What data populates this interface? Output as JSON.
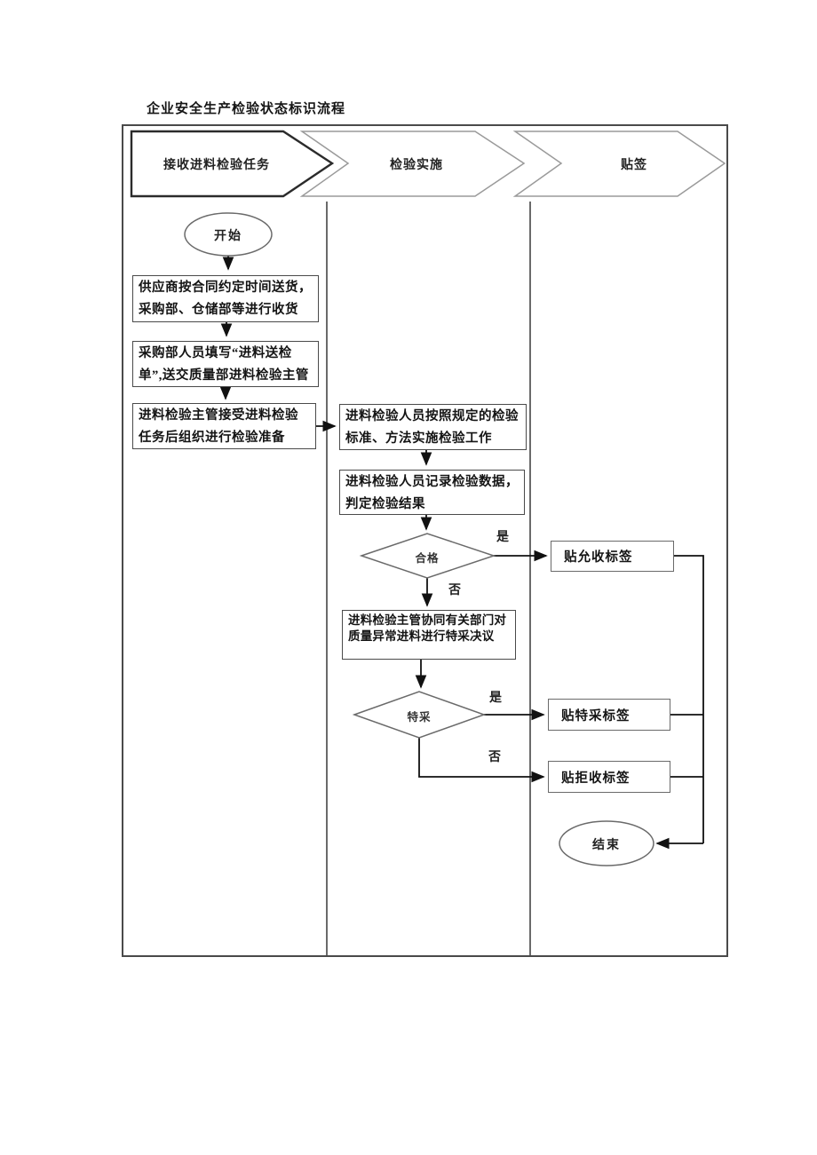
{
  "page": {
    "title": "企业安全生产检验状态标识流程"
  },
  "lanes": [
    {
      "label": "接收进料检验任务"
    },
    {
      "label": "检验实施"
    },
    {
      "label": "贴签"
    }
  ],
  "flow": {
    "start_label": "开始",
    "end_label": "结束",
    "yes_label": "是",
    "no_label": "否",
    "steps": {
      "receive_goods": "供应商按合同约定时间送货，采购部、仓储部等进行收货",
      "submit_form": "采购部人员填写“进料送检单”,送交质量部进料检验主管",
      "prepare_inspection": "进料检验主管接受进料检验任务后组织进行检验准备",
      "implement_inspection": "进料检验人员按照规定的检验标准、方法实施检验工作",
      "record_results": "进料检验人员记录检验数据，判定检验结果",
      "special_decision": "进料检验主管协同有关部门对质量异常进料进行特采决议",
      "attach_accept_label": "贴允收标签",
      "attach_special_label": "贴特采标签",
      "attach_reject_label": "贴拒收标签"
    },
    "decisions": {
      "qualified": "合格",
      "special_accept": "特采"
    }
  }
}
